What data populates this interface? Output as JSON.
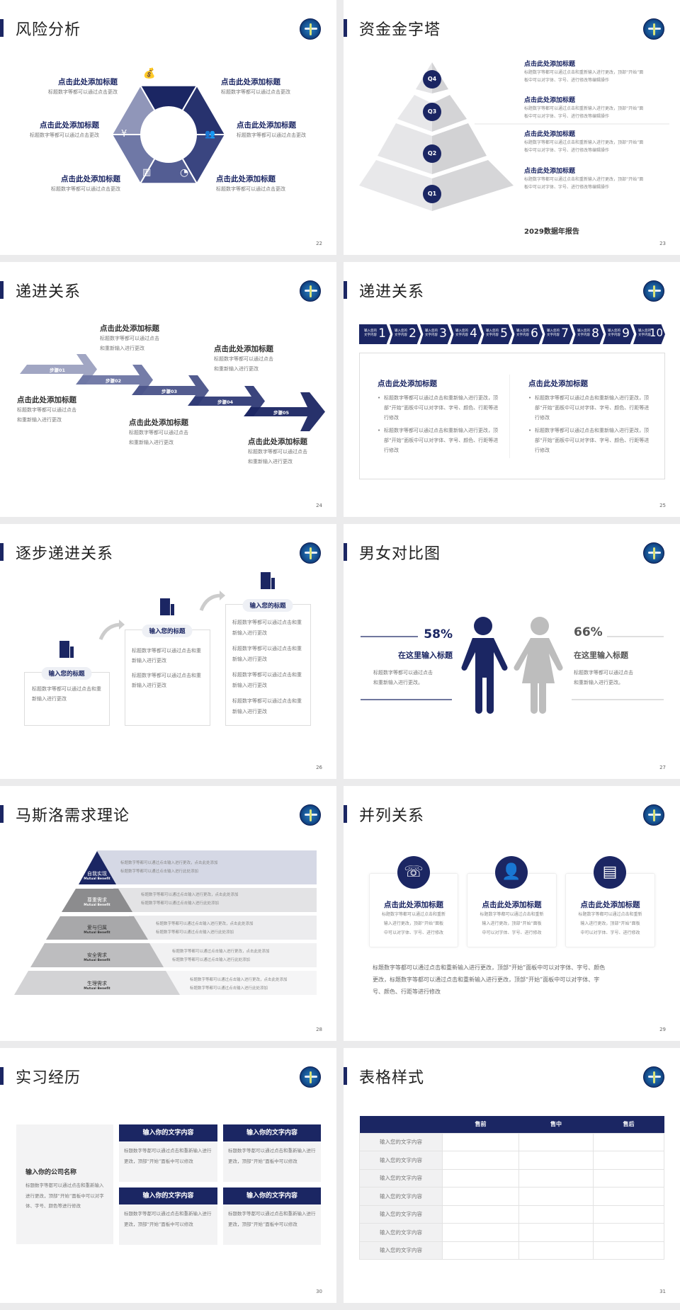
{
  "colors": {
    "navy": "#1b2663",
    "gray": "#bdbdbd",
    "background": "#ebebec"
  },
  "s22": {
    "title": "风险分析",
    "page": "22",
    "items": [
      {
        "h": "点击此处添加标题",
        "d": "标题数字等都可以通过点击更改"
      },
      {
        "h": "点击此处添加标题",
        "d": "标题数字等都可以通过点击更改"
      },
      {
        "h": "点击此处添加标题",
        "d": "标题数字等都可以通过点击更改"
      },
      {
        "h": "点击此处添加标题",
        "d": "标题数字等都可以通过点击更改"
      },
      {
        "h": "点击此处添加标题",
        "d": "标题数字等都可以通过点击更改"
      },
      {
        "h": "点击此处添加标题",
        "d": "标题数字等都可以通过点击更改"
      }
    ],
    "icons": [
      "money-bag-icon",
      "coins-icon",
      "users-icon",
      "pie-chart-icon",
      "building-icon",
      "hand-yen-icon"
    ]
  },
  "s23": {
    "title": "资金金字塔",
    "page": "23",
    "levels": [
      "Q4",
      "Q3",
      "Q2",
      "Q1"
    ],
    "items": [
      {
        "h": "点击此处添加标题",
        "d1": "标题数字等都可以通过点击和重新输入进行更改，顶部“开始”面",
        "d2": "板中可以对字体、字号、进行修改等编辑操作"
      },
      {
        "h": "点击此处添加标题",
        "d1": "标题数字等都可以通过点击和重新输入进行更改，顶部“开始”面",
        "d2": "板中可以对字体、字号、进行修改等编辑操作"
      },
      {
        "h": "点击此处添加标题",
        "d1": "标题数字等都可以通过点击和重新输入进行更改，顶部“开始”面",
        "d2": "板中可以对字体、字号、进行修改等编辑操作"
      },
      {
        "h": "点击此处添加标题",
        "d1": "标题数字等都可以通过点击和重新输入进行更改，顶部“开始”面",
        "d2": "板中可以对字体、字号、进行修改等编辑操作"
      }
    ],
    "footer": "2029数据年报告"
  },
  "s24": {
    "title": "递进关系",
    "page": "24",
    "steps": [
      "步骤01",
      "步骤02",
      "步骤03",
      "步骤04",
      "步骤05"
    ],
    "items": [
      {
        "h": "点击此处添加标题",
        "d1": "标题数字等都可以通过点击",
        "d2": "和重新输入进行更改"
      },
      {
        "h": "点击此处添加标题",
        "d1": "标题数字等都可以通过点击",
        "d2": "和重新输入进行更改"
      },
      {
        "h": "点击此处添加标题",
        "d1": "标题数字等都可以通过点击",
        "d2": "和重新输入进行更改"
      },
      {
        "h": "点击此处添加标题",
        "d1": "标题数字等都可以通过点击",
        "d2": "和重新输入进行更改"
      },
      {
        "h": "点击此处添加标题",
        "d1": "标题数字等都可以通过点击",
        "d2": "和重新输入进行更改"
      }
    ]
  },
  "s25": {
    "title": "递进关系",
    "page": "25",
    "chevrons": [
      {
        "t": "输入您的文字内容",
        "n": "1"
      },
      {
        "t": "输入您的文字内容",
        "n": "2"
      },
      {
        "t": "输入您的文字内容",
        "n": "3"
      },
      {
        "t": "输入您的文字内容",
        "n": "4"
      },
      {
        "t": "输入您的文字内容",
        "n": "5"
      },
      {
        "t": "输入您的文字内容",
        "n": "6"
      },
      {
        "t": "输入您的文字内容",
        "n": "7"
      },
      {
        "t": "输入您的文字内容",
        "n": "8"
      },
      {
        "t": "输入您的文字内容",
        "n": "9"
      },
      {
        "t": "输入您的文字内容",
        "n": "10"
      }
    ],
    "columns": [
      {
        "h": "点击此处添加标题",
        "b": [
          "标题数字等都可以通过点击和重新输入进行更改，顶部“开始”面板中可以对字体、字号、颜色、行距等进行修改",
          "标题数字等都可以通过点击和重新输入进行更改，顶部“开始”面板中可以对字体、字号、颜色、行距等进行修改"
        ]
      },
      {
        "h": "点击此处添加标题",
        "b": [
          "标题数字等都可以通过点击和重新输入进行更改，顶部“开始”面板中可以对字体、字号、颜色、行距等进行修改",
          "标题数字等都可以通过点击和重新输入进行更改，顶部“开始”面板中可以对字体、字号、颜色、行距等进行修改"
        ]
      }
    ]
  },
  "s26": {
    "title": "逐步递进关系",
    "page": "26",
    "cards": [
      {
        "h": "输入您的标题",
        "d": [
          "标题数字等都可以通过点击和重新输入进行更改"
        ]
      },
      {
        "h": "输入您的标题",
        "d": [
          "标题数字等都可以通过点击和重新输入进行更改",
          "标题数字等都可以通过点击和重新输入进行更改"
        ]
      },
      {
        "h": "输入您的标题",
        "d": [
          "标题数字等都可以通过点击和重新输入进行更改",
          "标题数字等都可以通过点击和重新输入进行更改",
          "标题数字等都可以通过点击和重新输入进行更改",
          "标题数字等都可以通过点击和重新输入进行更改"
        ]
      }
    ]
  },
  "s27": {
    "title": "男女对比图",
    "page": "27",
    "male": {
      "percent": "58%",
      "value": 58,
      "h": "在这里输入标题",
      "d1": "标题数字等都可以通过点击",
      "d2": "和重新输入进行更改。"
    },
    "female": {
      "percent": "66%",
      "value": 66,
      "h": "在这里输入标题",
      "d1": "标题数字等都可以通过点击",
      "d2": "和重新输入进行更改。"
    }
  },
  "s28": {
    "title": "马斯洛需求理论",
    "page": "28",
    "tiers": [
      {
        "name": "自我实现",
        "sub": "Mutual Benefit",
        "b1": "标题数字等都可以通过点击输入进行更改，点击此处添加",
        "b2": "标题数字等都可以通过点击输入进行此处添加"
      },
      {
        "name": "尊重需求",
        "sub": "Mutual Benefit",
        "b1": "标题数字等都可以通过点击输入进行更改，点击此处添加",
        "b2": "标题数字等都可以通过点击输入进行此处添加"
      },
      {
        "name": "爱与归属",
        "sub": "Mutual Benefit",
        "b1": "标题数字等都可以通过点击输入进行更改，点击此处添加",
        "b2": "标题数字等都可以通过点击输入进行此处添加"
      },
      {
        "name": "安全需求",
        "sub": "Mutual Benefit",
        "b1": "标题数字等都可以通过点击输入进行更改，点击此处添加",
        "b2": "标题数字等都可以通过点击输入进行此处添加"
      },
      {
        "name": "生理需求",
        "sub": "Mutual Benefit",
        "b1": "标题数字等都可以通过点击输入进行更改，点击此处添加",
        "b2": "标题数字等都可以通过点击输入进行此处添加"
      }
    ]
  },
  "s29": {
    "title": "并列关系",
    "page": "29",
    "cards": [
      {
        "icon": "headset-user-icon",
        "h": "点击此处添加标题",
        "d": [
          "标题数字等都可以通过点击和重新",
          "输入进行更改，顶部“开始”面板",
          "中可以对字体、字号、进行修改"
        ]
      },
      {
        "icon": "user-icon",
        "h": "点击此处添加标题",
        "d": [
          "标题数字等都可以通过点击和重新",
          "输入进行更改，顶部“开始”面板",
          "中可以对字体、字号、进行修改"
        ]
      },
      {
        "icon": "presenter-icon",
        "h": "点击此处添加标题",
        "d": [
          "标题数字等都可以通过点击和重新",
          "输入进行更改，顶部“开始”面板",
          "中可以对字体、字号、进行修改"
        ]
      }
    ],
    "paragraph": [
      "标题数字等都可以通过点击和重新输入进行更改，顶部“开始”面板中可以对字体、字号、颜色",
      "更改，标题数字等都可以通过点击和重新输入进行更改，顶部“开始”面板中可以对字体、字",
      "号、颜色、行距等进行修改"
    ]
  },
  "s30": {
    "title": "实习经历",
    "page": "30",
    "company": {
      "h": "输入你的公司名称",
      "d": "标题数字等都可以通过点击和重新输入进行更改，顶部“开始”面板中可以对字体、字号、颜色等进行修改"
    },
    "boxes": [
      {
        "h": "输入你的文字内容",
        "d": "标题数字等都可以通过点击和重新输入进行更改，顶部“开始”面板中可以修改"
      },
      {
        "h": "输入你的文字内容",
        "d": "标题数字等都可以通过点击和重新输入进行更改，顶部“开始”面板中可以修改"
      },
      {
        "h": "输入你的文字内容",
        "d": "标题数字等都可以通过点击和重新输入进行更改，顶部“开始”面板中可以修改"
      },
      {
        "h": "输入你的文字内容",
        "d": "标题数字等都可以通过点击和重新输入进行更改，顶部“开始”面板中可以修改"
      }
    ]
  },
  "s31": {
    "title": "表格样式",
    "page": "31",
    "headers": [
      "",
      "售前",
      "售中",
      "售后"
    ],
    "rows": [
      "输入您的文字内容",
      "输入您的文字内容",
      "输入您的文字内容",
      "输入您的文字内容",
      "输入您的文字内容",
      "输入您的文字内容",
      "输入您的文字内容"
    ]
  }
}
